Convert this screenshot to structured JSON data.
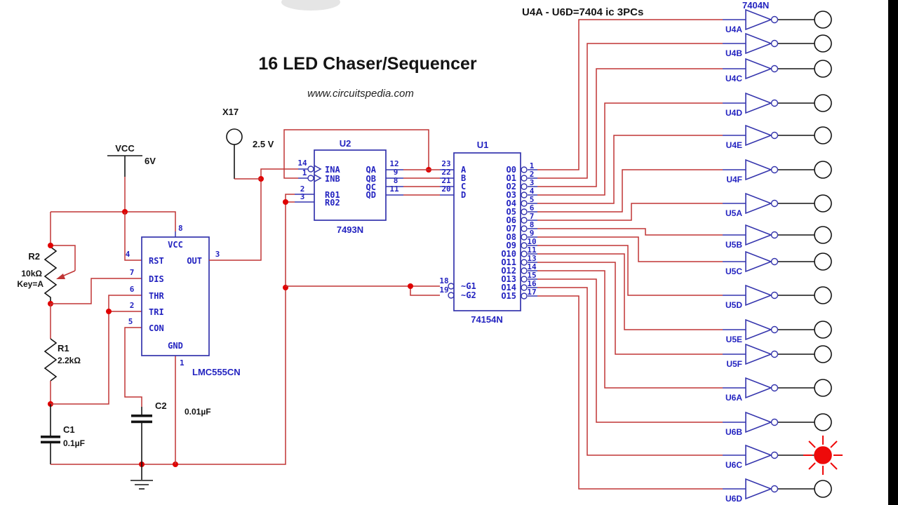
{
  "title": "16 LED Chaser/Sequencer",
  "subtitle": "www.circuitspedia.com",
  "note_top": "U4A - U6D=7404 ic 3PCs",
  "colors": {
    "wire": "#c03535",
    "blue": "#3434ad",
    "label-blue": "#2323c0",
    "dot": "#e00000",
    "led-on": "#ee0a0a",
    "ink": "#141414"
  },
  "power": {
    "label": "VCC",
    "value": "6V"
  },
  "probe": {
    "label": "X17",
    "value": "2.5 V"
  },
  "resistors": {
    "r2": {
      "name": "R2",
      "value": "10kΩ",
      "key": "Key=A"
    },
    "r1": {
      "name": "R1",
      "value": "2.2kΩ"
    }
  },
  "capacitors": {
    "c1": {
      "name": "C1",
      "value": "0.1µF"
    },
    "c2": {
      "name": "C2",
      "value": "0.01µF"
    }
  },
  "timer": {
    "part": "LMC555CN",
    "pins": {
      "vcc": {
        "num": "8",
        "label": "VCC"
      },
      "gnd": {
        "num": "1",
        "label": "GND"
      },
      "rst": {
        "num": "4",
        "label": "RST"
      },
      "dis": {
        "num": "7",
        "label": "DIS"
      },
      "thr": {
        "num": "6",
        "label": "THR"
      },
      "tri": {
        "num": "2",
        "label": "TRI"
      },
      "con": {
        "num": "5",
        "label": "CON"
      },
      "out": {
        "num": "3",
        "label": "OUT"
      }
    }
  },
  "u2": {
    "name": "U2",
    "part": "7493N",
    "left_pins": [
      {
        "num": "14",
        "label": "INA"
      },
      {
        "num": "1",
        "label": "INB"
      },
      {
        "num": "2",
        "label": "R01"
      },
      {
        "num": "3",
        "label": "R02"
      }
    ],
    "right_pins": [
      {
        "num": "12",
        "label": "QA"
      },
      {
        "num": "9",
        "label": "QB"
      },
      {
        "num": "8",
        "label": "QC"
      },
      {
        "num": "11",
        "label": "QD"
      }
    ]
  },
  "u1": {
    "name": "U1",
    "part": "74154N",
    "input_pins": [
      {
        "num": "23",
        "label": "A"
      },
      {
        "num": "22",
        "label": "B"
      },
      {
        "num": "21",
        "label": "C"
      },
      {
        "num": "20",
        "label": "D"
      }
    ],
    "enable_pins": [
      {
        "num": "18",
        "label": "~G1"
      },
      {
        "num": "19",
        "label": "~G2"
      }
    ],
    "output_pins": [
      {
        "num": "1",
        "label": "O0"
      },
      {
        "num": "2",
        "label": "O1"
      },
      {
        "num": "3",
        "label": "O2"
      },
      {
        "num": "4",
        "label": "O3"
      },
      {
        "num": "5",
        "label": "O4"
      },
      {
        "num": "6",
        "label": "O5"
      },
      {
        "num": "7",
        "label": "O6"
      },
      {
        "num": "8",
        "label": "O7"
      },
      {
        "num": "9",
        "label": "O8"
      },
      {
        "num": "10",
        "label": "O9"
      },
      {
        "num": "11",
        "label": "O10"
      },
      {
        "num": "13",
        "label": "O11"
      },
      {
        "num": "14",
        "label": "O12"
      },
      {
        "num": "15",
        "label": "O13"
      },
      {
        "num": "16",
        "label": "O14"
      },
      {
        "num": "17",
        "label": "O15"
      }
    ]
  },
  "inverter_bank": {
    "part": "7404N",
    "channels": [
      "U4A",
      "U4B",
      "U4C",
      "U4D",
      "U4E",
      "U4F",
      "U5A",
      "U5B",
      "U5C",
      "U5D",
      "U5E",
      "U5F",
      "U6A",
      "U6B",
      "U6C",
      "U6D"
    ],
    "lit_channel": "U6C"
  }
}
